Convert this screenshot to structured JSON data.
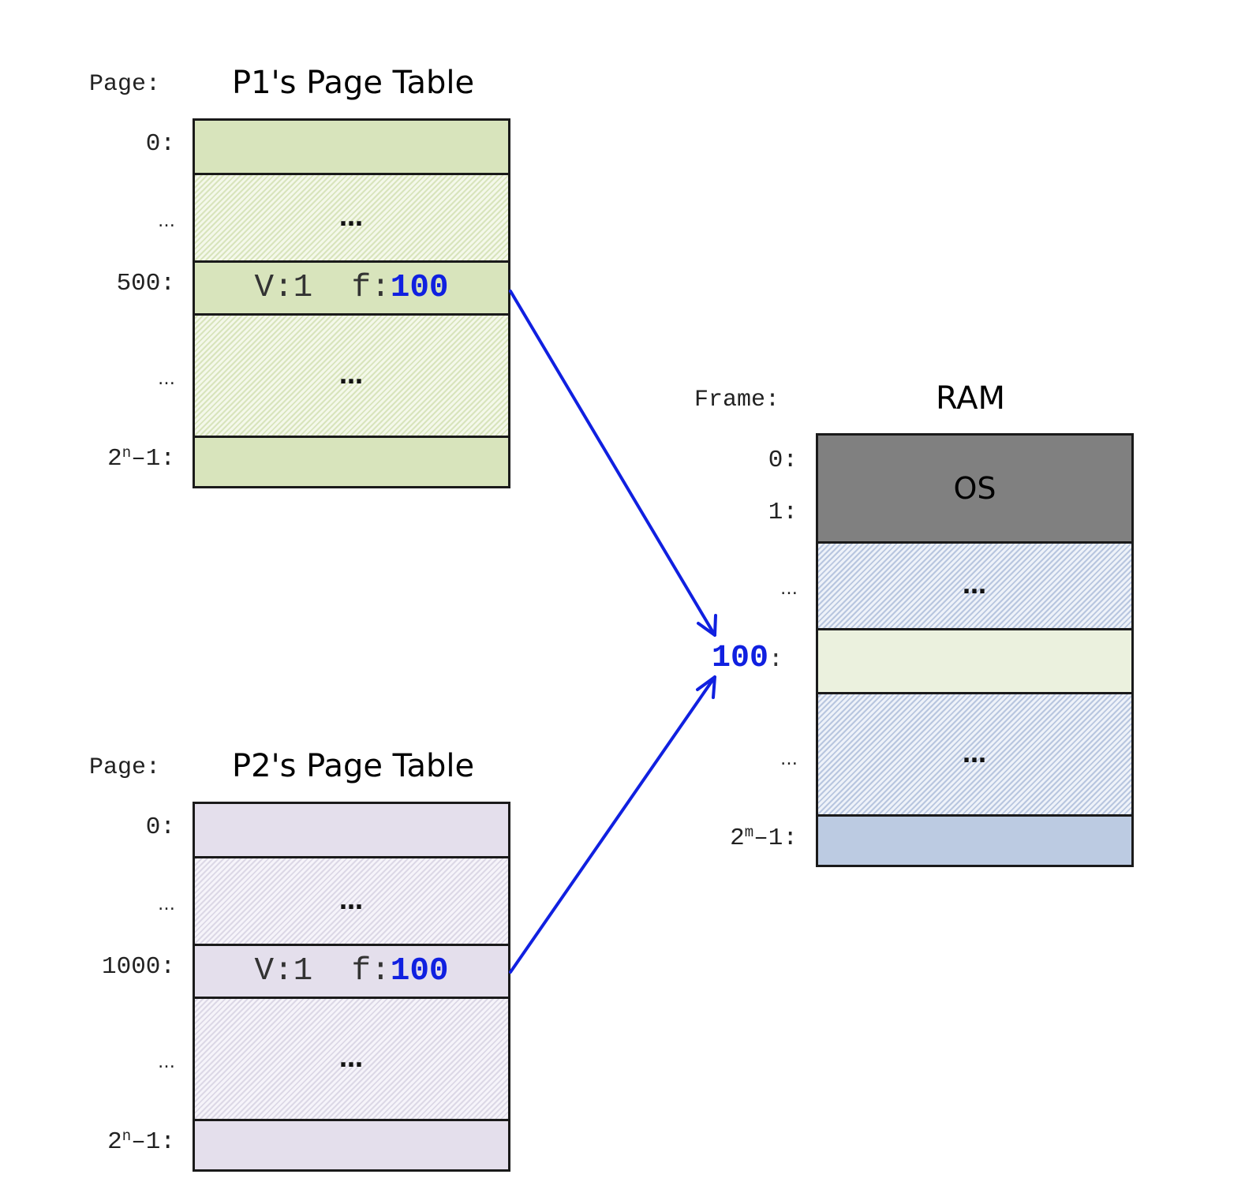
{
  "p1": {
    "header": "Page:",
    "title": "P1's Page Table",
    "row_labels": [
      "0:",
      "…",
      "500:",
      "…",
      "2",
      "n",
      "–1:"
    ],
    "cells": [
      "",
      "…",
      "",
      "…",
      ""
    ],
    "entry_valid": "V:1",
    "entry_frame_prefix": "f:",
    "entry_frame_value": "100"
  },
  "p2": {
    "header": "Page:",
    "title": "P2's Page Table",
    "row_labels": [
      "0:",
      "…",
      "1000:",
      "…",
      "2",
      "n",
      "–1:"
    ],
    "cells": [
      "",
      "…",
      "",
      "…",
      ""
    ],
    "entry_valid": "V:1",
    "entry_frame_prefix": "f:",
    "entry_frame_value": "100"
  },
  "ram": {
    "header": "Frame:",
    "title": "RAM",
    "os_label": "OS",
    "row_labels": [
      "0:",
      "1:",
      "…",
      "…",
      "2",
      "m",
      "–1:"
    ],
    "cells": [
      "…",
      "",
      "…",
      ""
    ],
    "target_frame": "100",
    "target_colon": ":"
  },
  "colors": {
    "arrow": "#1020e0",
    "p1_fill": "#d8e4bc",
    "p2_fill": "#e4dfec",
    "ram_hatch": "#b8c6df",
    "os_fill": "#808080",
    "shared_frame_fill": "#ebf1de"
  }
}
